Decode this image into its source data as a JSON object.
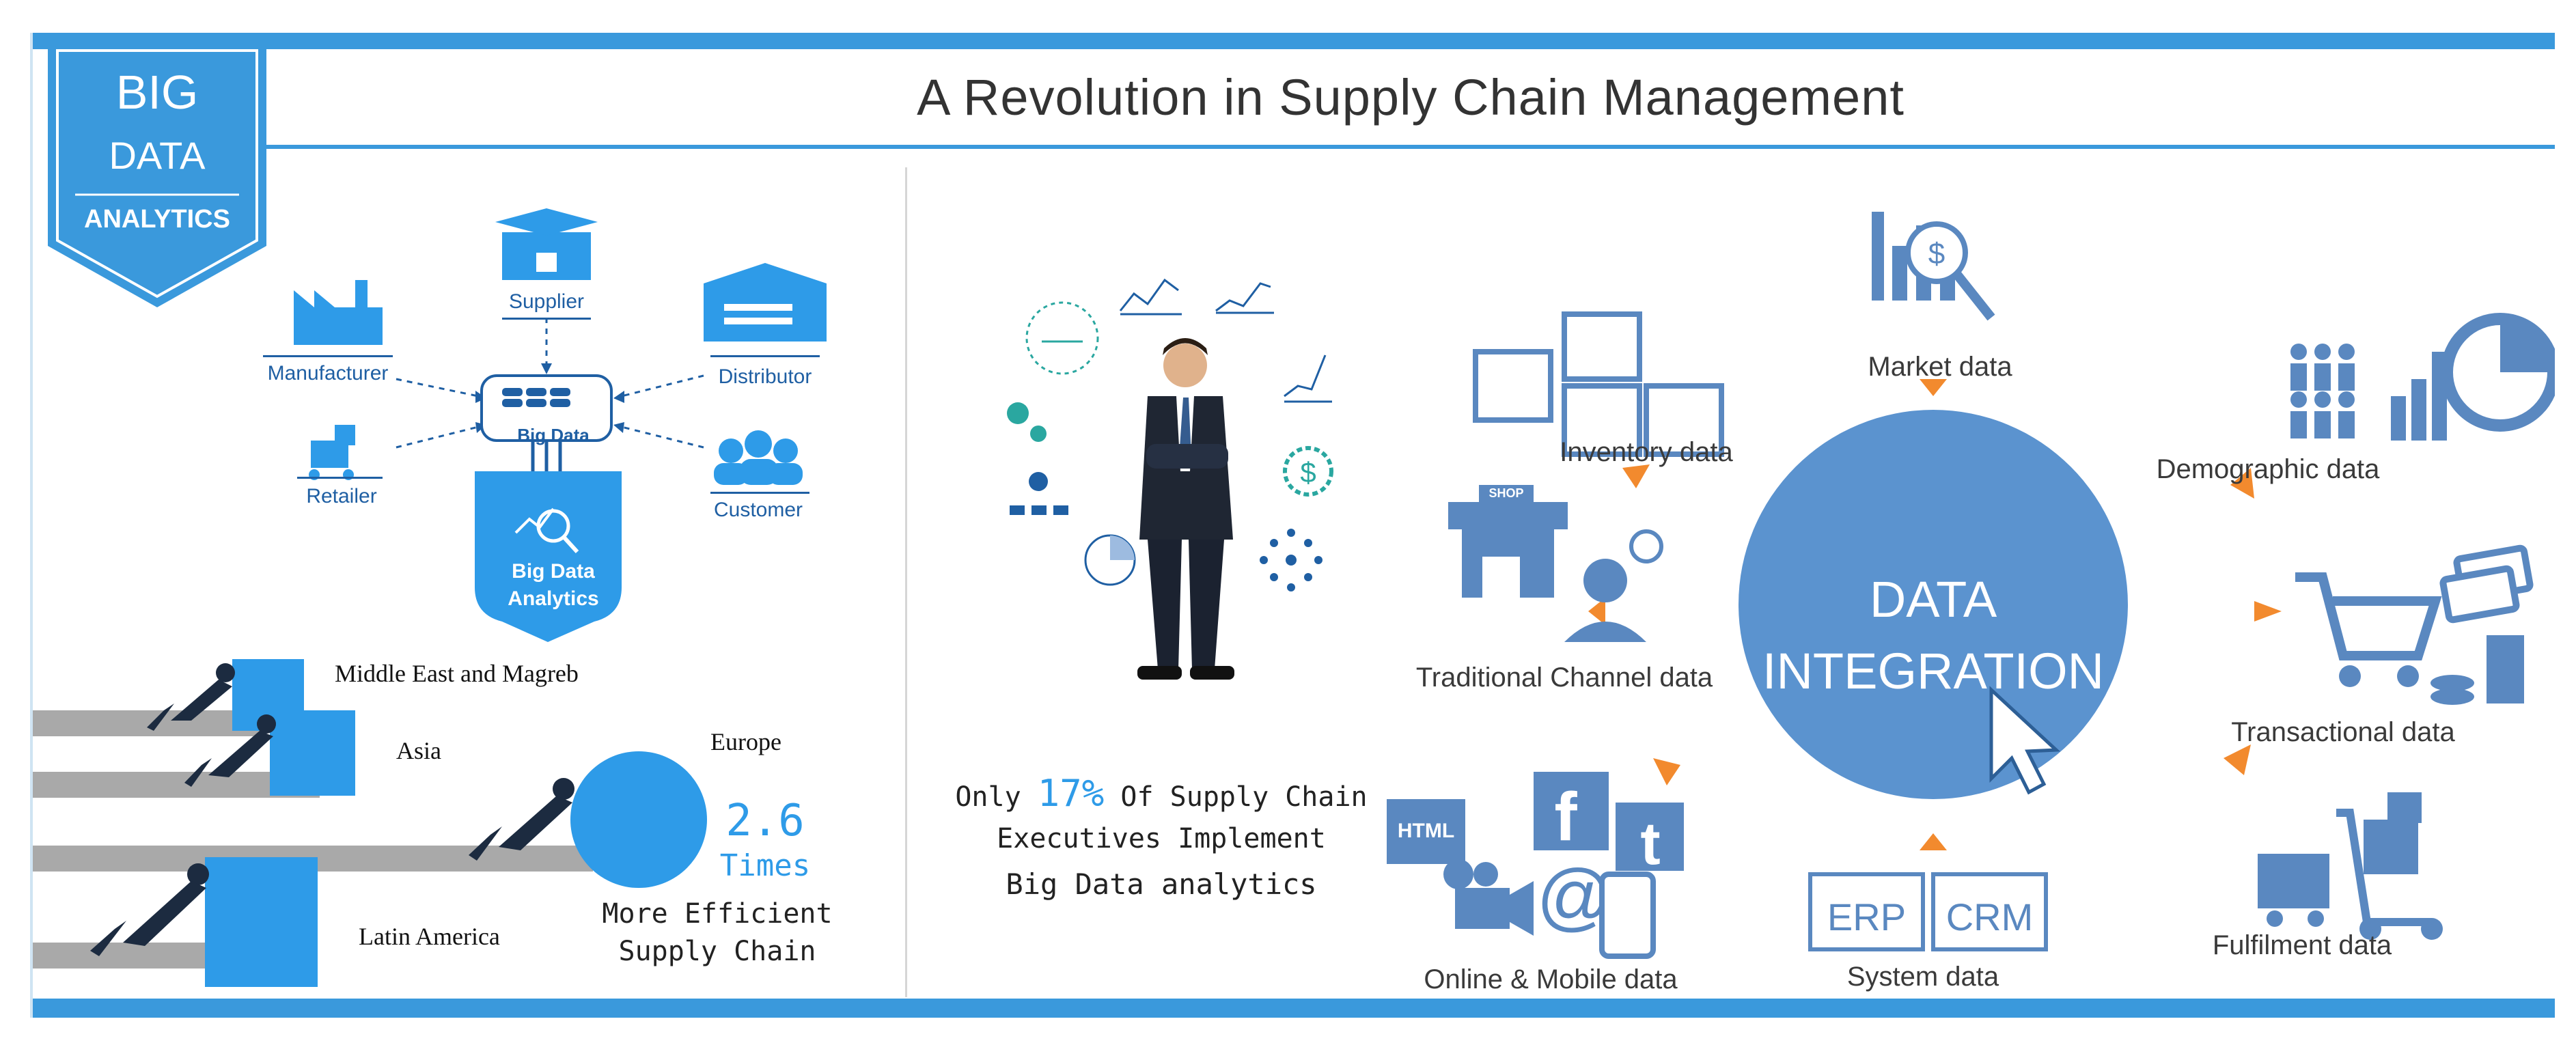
{
  "header": {
    "title": "A Revolution in Supply Chain Management",
    "ribbon": {
      "line1": "BIG",
      "line2": "DATA",
      "line3": "ANALYTICS"
    }
  },
  "hub": {
    "center_label": "Big Data",
    "nodes": [
      "Supplier",
      "Manufacturer",
      "Distributor",
      "Retailer",
      "Customer"
    ],
    "output_label_line1": "Big Data",
    "output_label_line2": "Analytics"
  },
  "regions": {
    "middle_east": "Middle East and Magreb",
    "asia": "Asia",
    "europe": "Europe",
    "latin_america": "Latin America"
  },
  "efficiency": {
    "value": "2.6",
    "unit": "Times",
    "line1": "More Efficient",
    "line2": "Supply Chain"
  },
  "executives": {
    "prefix": "Only",
    "percent": "17%",
    "suffix": "Of Supply Chain",
    "line2": "Executives Implement",
    "line3": "Big Data analytics"
  },
  "integration": {
    "center_line1": "DATA",
    "center_line2": "INTEGRATION",
    "sources": {
      "market": "Market data",
      "inventory": "Inventory data",
      "demographic": "Demographic data",
      "traditional": "Traditional Channel data",
      "transactional": "Transactional data",
      "online": "Online & Mobile data",
      "system": "System data",
      "fulfilment": "Fulfilment data"
    },
    "system_tags": [
      "ERP",
      "CRM"
    ],
    "shop_tag": "SHOP",
    "html_tag": "HTML"
  },
  "colors": {
    "accent": "#3a99dc",
    "brand_dark": "#1f5fa3",
    "cube": "#2e9be8",
    "circle": "#5b93cf",
    "arrow": "#f28a2e",
    "icon_gray": "#5a88c0"
  }
}
